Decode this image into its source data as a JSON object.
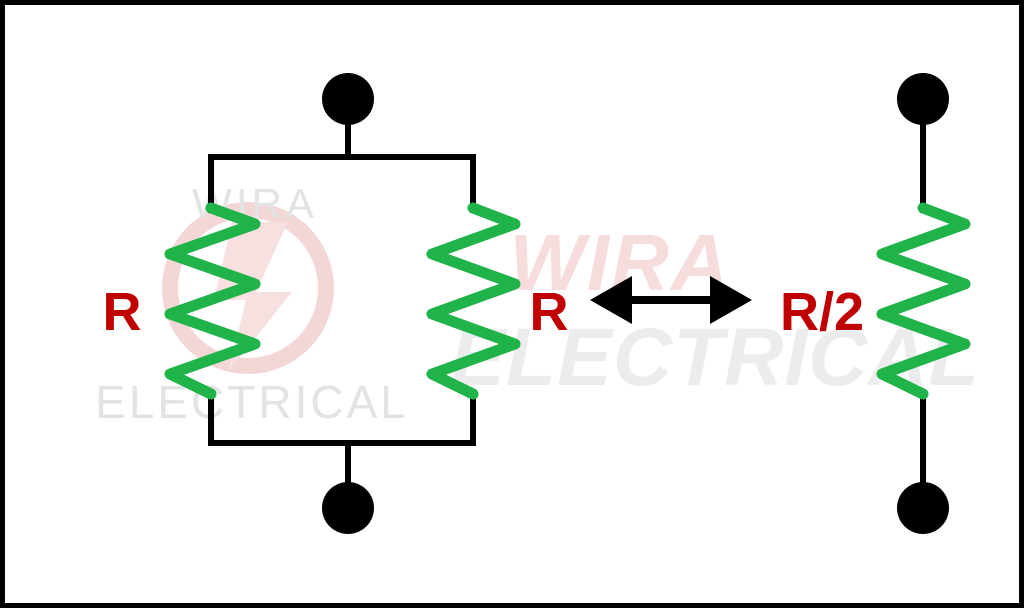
{
  "diagram": {
    "parallel_left_label": "R",
    "parallel_right_label": "R",
    "equivalent_label": "R/2",
    "colors": {
      "wire": "#000000",
      "resistor": "#1fb34a",
      "label": "#c00000",
      "watermark": "#e6e6e6",
      "watermark_red": "#f6dcdc"
    }
  },
  "watermark": {
    "small_top": "WIRA",
    "small_bottom": "ELECTRICAL",
    "large_top": "WIRA",
    "large_bottom": "ELECTRICAL"
  }
}
